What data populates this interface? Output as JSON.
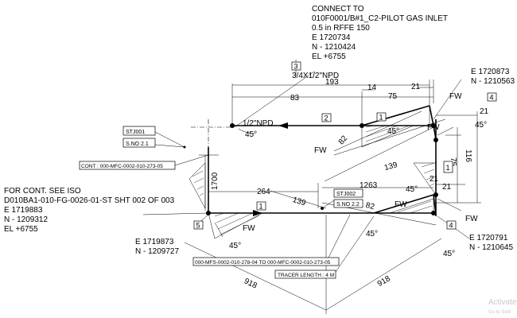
{
  "connect": {
    "lines": [
      "CONNECT TO",
      "010F0001/B#1_C2-PILOT GAS INLET",
      "0.5 in RFFE 150",
      "E 1720734",
      "N - 1210424",
      "EL +6755"
    ]
  },
  "coord_tr": {
    "e": "E 1720873",
    "n": "N - 1210563"
  },
  "coord_br": {
    "e": "E 1720791",
    "n": "N - 1210645"
  },
  "coord_bl": {
    "e": "E 1719873",
    "n": "N - 1209727"
  },
  "cont_left": {
    "lines": [
      "FOR CONT. SEE ISO",
      "D010BA1-010-FG-0026-01-ST SHT 002 OF 003",
      "E 1719883",
      "N - 1209312",
      "EL +6755"
    ]
  },
  "size_label": "3/4X1/2\"NPD",
  "npd_label": "1/2\"NPD",
  "dims": {
    "d193": "193",
    "d14": "14",
    "d21a": "21",
    "d83": "83",
    "d75a": "75",
    "d21b": "21",
    "d116": "116",
    "d75b": "75",
    "d21c": "21",
    "d21d": "21",
    "d82a": "82",
    "d139a": "139",
    "d264": "264",
    "d139b": "139",
    "d82b": "82",
    "d1263": "1263",
    "d1700": "1700",
    "d918a": "918",
    "d918b": "918"
  },
  "angles": {
    "a1": "45°",
    "a2": "45°",
    "a3": "45°",
    "a4": "45°",
    "a5": "45°",
    "a6": "45°"
  },
  "fw": {
    "f1": "FW",
    "f2": "FW",
    "f3": "FW",
    "f4": "FW",
    "f5": "FW",
    "f6": "FW"
  },
  "markers": {
    "m3": "3",
    "m2": "2",
    "m1a": "1",
    "m4a": "4",
    "m1b": "1",
    "m1c": "1",
    "m5": "5",
    "m4b": "4"
  },
  "tags": {
    "stj001": "STJ001",
    "sno21": "S.NO 2.1",
    "stj002": "STJ002",
    "sno22": "S.NO 2.2",
    "cont_top": "CONT : 000-MFC-0002-010-273-05",
    "cont_bottom": "000-MFS-0002-010-278-04 TO 000-MFC-0002-010-273-05",
    "tracer": "TRACER LENGTH : 4 M"
  },
  "watermark": {
    "line1": "Activate",
    "line2": "Go to Setti"
  }
}
